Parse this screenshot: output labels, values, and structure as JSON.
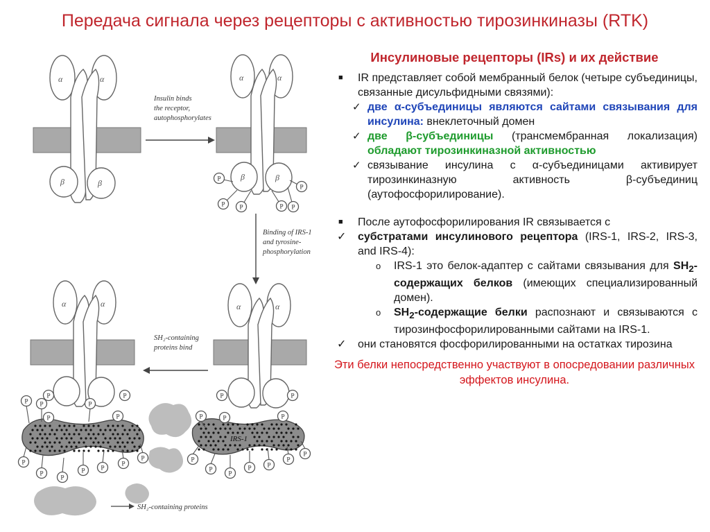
{
  "title": "Передача сигнала через рецепторы с активностью тирозинкиназы (RTK)",
  "diagram": {
    "alpha": "α",
    "beta": "β",
    "p": "P",
    "irs1_label": "IRS-1",
    "step1_lines": [
      "Insulin binds",
      "the receptor,",
      "autophosphorylates"
    ],
    "step2_lines": [
      "Binding of IRS-1",
      "and tyrosine-",
      "phosphorylation"
    ],
    "step3_lines": [
      "SH₂-containing",
      "proteins bind"
    ],
    "sh2_label": "SH₂-containing proteins",
    "colors": {
      "membrane": "#a9a9a9",
      "irs": "#8c8c8c",
      "blob": "#bdbdbd",
      "dots": "#141414"
    }
  },
  "text": {
    "subtitle": "Инсулиновые рецепторы (IRs) и их действие",
    "b1": "IR представляет собой мембранный белок (четыре субъединицы, связанные дисульфидными связями):",
    "c1_hl": "две α-субъединицы являются сайтами связывания для инсулина:",
    "c1_rest": " внеклеточный домен",
    "c2_hl": "две β-субъединицы",
    "c2_mid": " (трансмембранная локализация) ",
    "c2_hl2": "обладают тирозинкиназной активностью",
    "c3": "связывание инсулина с α-субъединицами активирует тирозинкиназную активность β-субъединиц (аутофосфорилирование).",
    "b2": "После аутофосфорилирования IR связывается с",
    "c4_bold": "субстратами инсулинового рецептора",
    "c4_rest": " (IRS-1, IRS-2, IRS-3, and IRS-4):",
    "o1_a": "IRS-1 это белок-адаптер с сайтами связывания для ",
    "o1_b": "SH",
    "o1_sub": "2",
    "o1_c": "-содержащих белков",
    "o1_d": " (имеющих специализированный домен).",
    "o2_a": "SH",
    "o2_sub": "2",
    "o2_b": "-содержащие белки",
    "o2_c": " распознают и связываются с тирозинфосфорилированными сайтами на IRS-1.",
    "c5": "они становятся фосфорилированными на остатках тирозина",
    "final": "Эти белки непосредственно участвуют в опосредовании различных эффектов инсулина."
  }
}
